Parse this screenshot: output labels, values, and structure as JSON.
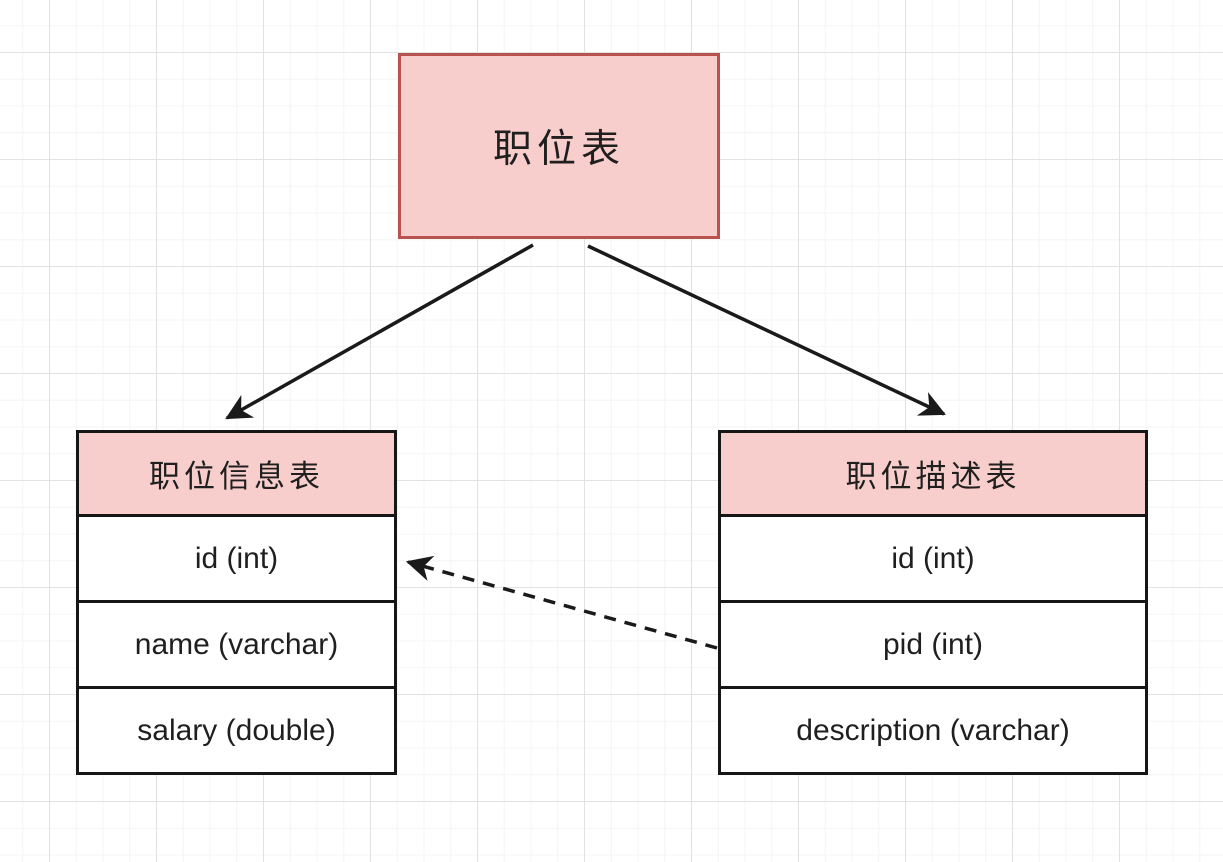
{
  "diagram": {
    "root_box": {
      "label": "职位表"
    },
    "tables": [
      {
        "id": "position-info-table",
        "title": "职位信息表",
        "rows": [
          "id (int)",
          "name (varchar)",
          "salary (double)"
        ]
      },
      {
        "id": "position-desc-table",
        "title": "职位描述表",
        "rows": [
          "id (int)",
          "pid (int)",
          "description (varchar)"
        ]
      }
    ],
    "connections": [
      {
        "from": "职位表",
        "to": "职位信息表",
        "style": "solid-arrow"
      },
      {
        "from": "职位表",
        "to": "职位描述表",
        "style": "solid-arrow"
      },
      {
        "from": "职位描述表.pid (int)",
        "to": "职位信息表.id (int)",
        "style": "dashed-arrow"
      }
    ],
    "colors": {
      "box_fill": "#f8cecc",
      "box_stroke": "#b85450",
      "table_stroke": "#161616",
      "arrow": "#1a1a1a",
      "grid_minor": "#f4f4f4",
      "grid_major": "#e2e2e2",
      "background": "#ffffff"
    }
  }
}
